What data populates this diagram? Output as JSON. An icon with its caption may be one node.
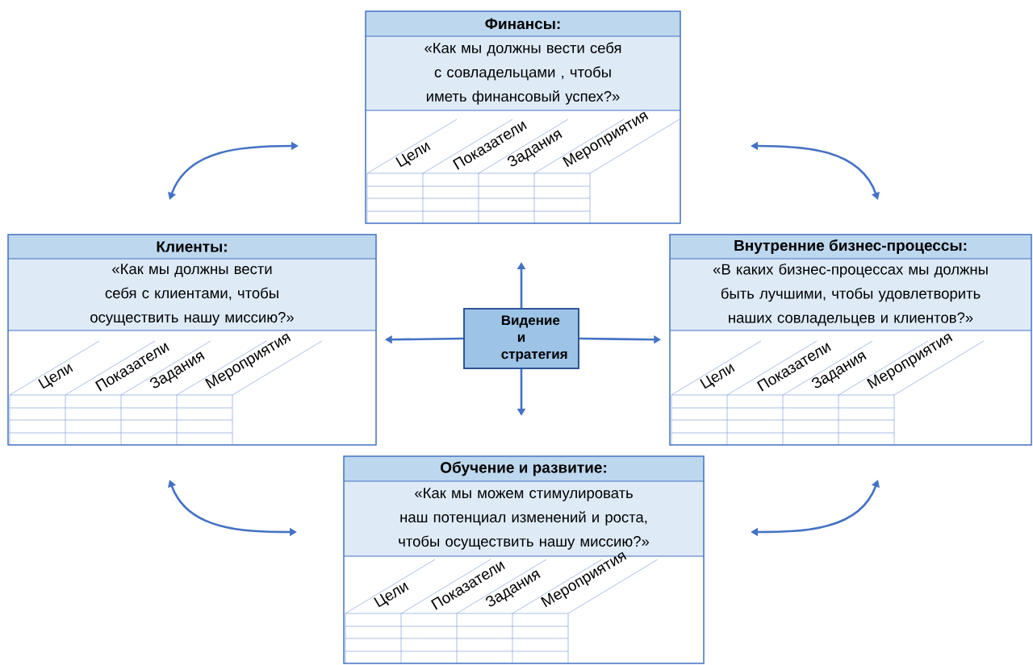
{
  "diagram": {
    "nodes": [
      {
        "text": [
          "Финансы:",
          "«Как мы должны вести себя с совладельцами , чтобы иметь финансовый успех?»",
          "Цели",
          "Показатели",
          "Задания",
          "Мероприятия"
        ]
      },
      {
        "text": [
          "Клиенты:",
          "«Как мы должны вести себя с клиентами, чтобы осуществить нашу миссию?»",
          "Цели",
          "Показатели",
          "Задания",
          "Мероприятия"
        ]
      },
      {
        "text": [
          "Внутренние бизнес-процессы:",
          "«В каких бизнес-процессах мы должны быть лучшими, чтобы удовлетворить наших совладельцев и клиентов?»",
          "Цели",
          "Показатели",
          "Задания",
          "Мероприятия"
        ]
      },
      {
        "text": [
          "Видение и стратегия"
        ]
      },
      {
        "text": [
          "Обучение и развитие:",
          "«Как мы можем стимулировать наш потенциал изменений и роста, чтобы осуществить нашу миссию?»",
          "Цели",
          "Показатели",
          "Задания",
          "Мероприятия"
        ]
      }
    ],
    "edges": [
      {
        "from": 3,
        "to": null,
        "arrow": "to"
      },
      {
        "from": 3,
        "to": 1,
        "arrow": "to"
      },
      {
        "from": 3,
        "to": 2,
        "arrow": "to"
      },
      {
        "from": 3,
        "to": null,
        "arrow": "to"
      }
    ]
  }
}
